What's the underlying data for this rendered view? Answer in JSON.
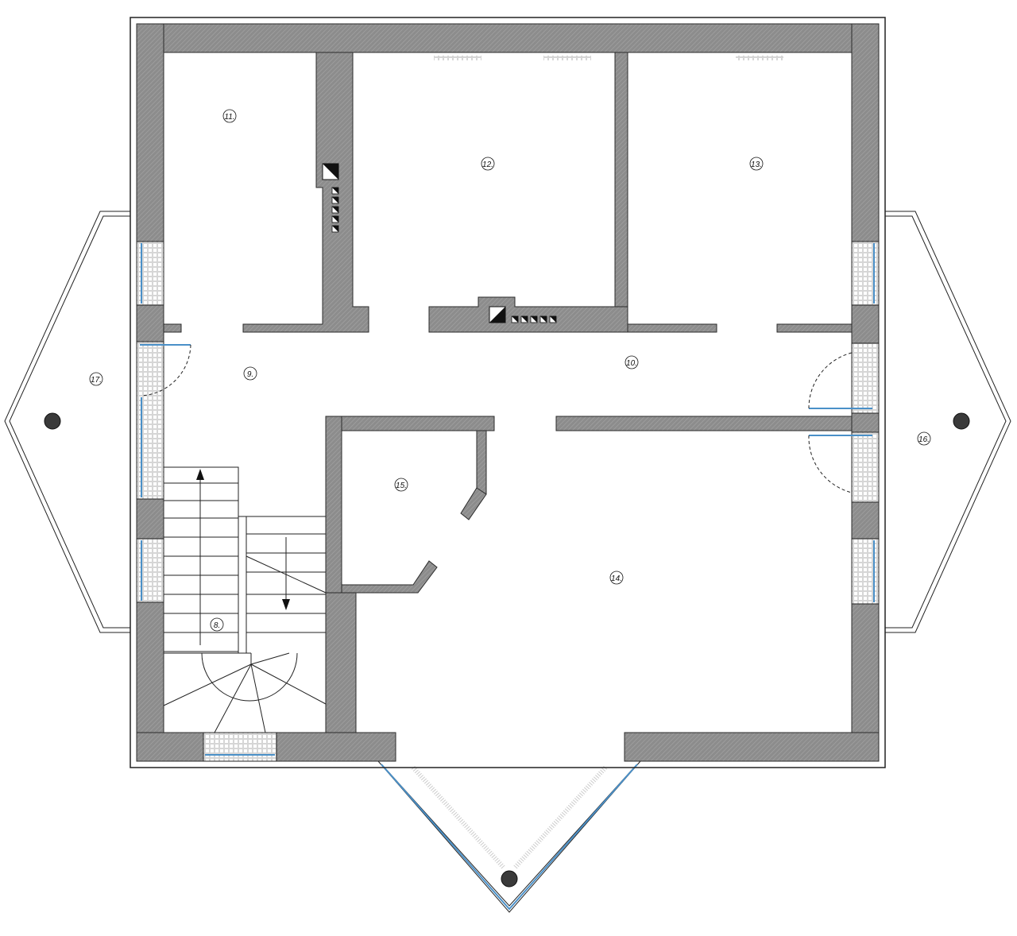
{
  "plan": {
    "rooms": [
      {
        "id": "room-11",
        "label": "11."
      },
      {
        "id": "room-12",
        "label": "12."
      },
      {
        "id": "room-13",
        "label": "13."
      },
      {
        "id": "room-9",
        "label": "9."
      },
      {
        "id": "room-10",
        "label": "10."
      },
      {
        "id": "room-15",
        "label": "15."
      },
      {
        "id": "room-14",
        "label": "14."
      },
      {
        "id": "room-8",
        "label": "8."
      },
      {
        "id": "room-17",
        "label": "17."
      },
      {
        "id": "room-16",
        "label": "16."
      }
    ]
  },
  "colors": {
    "wall_fill": "#8c8c8c",
    "wall_hatch": "#a3a3a3",
    "line": "#222222",
    "glass": "#4a90c8",
    "post": "#3a3a3a"
  }
}
